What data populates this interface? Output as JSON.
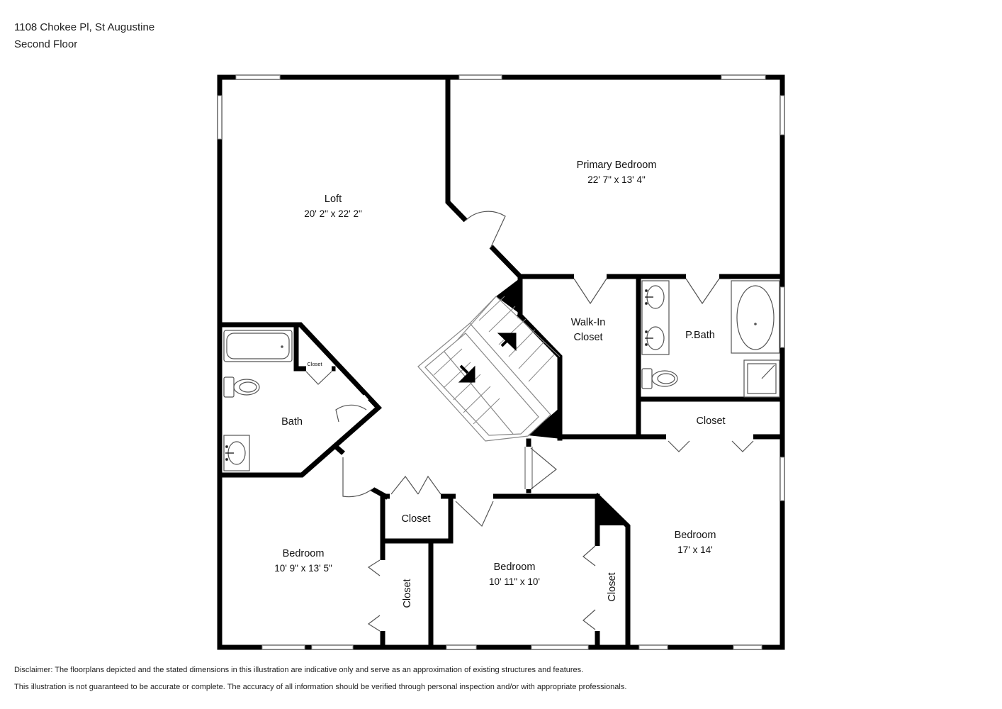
{
  "header": {
    "address": "1108 Chokee Pl, St Augustine",
    "floor": "Second Floor"
  },
  "rooms": {
    "loft": {
      "name": "Loft",
      "dims": "20' 2\" x 22' 2\""
    },
    "primary_bedroom": {
      "name": "Primary Bedroom",
      "dims": "22' 7\" x 13' 4\""
    },
    "walk_in_closet": {
      "name_line1": "Walk-In",
      "name_line2": "Closet"
    },
    "primary_bath": {
      "name": "P.Bath"
    },
    "primary_closet": {
      "name": "Closet"
    },
    "bath": {
      "name": "Bath"
    },
    "bath_closet": {
      "name": "Closet"
    },
    "hall_closet": {
      "name": "Closet"
    },
    "bedroom_west": {
      "name": "Bedroom",
      "dims": "10' 9\" x 13' 5\""
    },
    "bedroom_west_closet": {
      "name": "Closet"
    },
    "bedroom_middle": {
      "name": "Bedroom",
      "dims": "10' 11\" x 10'"
    },
    "bedroom_middle_closet": {
      "name": "Closet"
    },
    "bedroom_east": {
      "name": "Bedroom",
      "dims": "17' x 14'"
    }
  },
  "disclaimer": {
    "line1": "Disclaimer: The floorplans depicted and the stated dimensions in this illustration are indicative only and serve as an approximation of existing structures and features.",
    "line2": "This illustration is not guaranteed to be accurate or complete. The accuracy of all information should be verified through personal inspection and/or with appropriate professionals."
  },
  "colors": {
    "wall": "#000000",
    "fixture": "#555555",
    "background": "#ffffff"
  }
}
